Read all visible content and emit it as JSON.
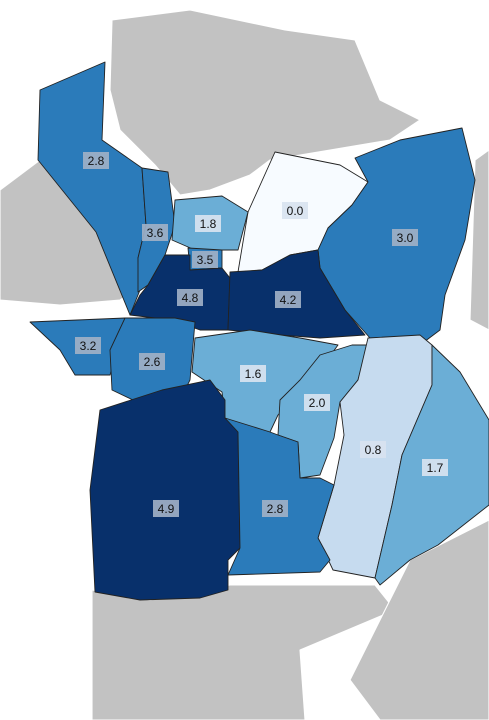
{
  "map": {
    "legend_visible": false,
    "colors": {
      "context": "#c2c2c2",
      "scale": [
        "#f7fbff",
        "#c6dbef",
        "#6baed6",
        "#2b7bba",
        "#08306b"
      ],
      "label_box_light": "#d8e3f0",
      "label_box_dark": "#9fb0c6"
    },
    "regions": [
      {
        "id": "north",
        "value": "0.0",
        "color": "#f7fbff"
      },
      {
        "id": "northeast",
        "value": "3.0",
        "color": "#2b7bba"
      },
      {
        "id": "northwest",
        "value": "2.8",
        "color": "#2b7bba"
      },
      {
        "id": "west-strip",
        "value": "3.6",
        "color": "#2b7bba"
      },
      {
        "id": "north-central",
        "value": "1.8",
        "color": "#6baed6"
      },
      {
        "id": "small-center",
        "value": "3.5",
        "color": "#2b7bba"
      },
      {
        "id": "central-west",
        "value": "4.8",
        "color": "#08306b"
      },
      {
        "id": "central-east",
        "value": "4.2",
        "color": "#08306b"
      },
      {
        "id": "far-west",
        "value": "3.2",
        "color": "#2b7bba"
      },
      {
        "id": "west",
        "value": "2.6",
        "color": "#2b7bba"
      },
      {
        "id": "center",
        "value": "1.6",
        "color": "#6baed6"
      },
      {
        "id": "center-east",
        "value": "2.0",
        "color": "#6baed6"
      },
      {
        "id": "east",
        "value": "0.8",
        "color": "#c6dbef"
      },
      {
        "id": "far-east",
        "value": "1.7",
        "color": "#6baed6"
      },
      {
        "id": "southwest",
        "value": "4.9",
        "color": "#08306b"
      },
      {
        "id": "south-central",
        "value": "2.8",
        "color": "#2b7bba"
      }
    ]
  }
}
